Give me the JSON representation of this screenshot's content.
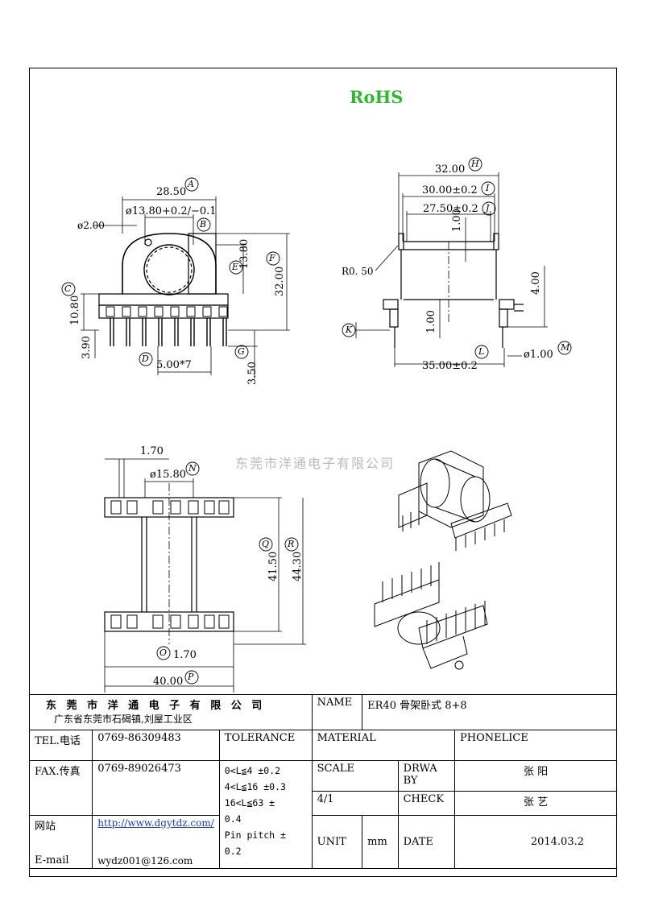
{
  "rohs": "RoHS",
  "watermark": "东莞市洋通电子有限公司",
  "view1": {
    "dim_top": "28.50",
    "letter_a": "A",
    "dim_bore": "ø13.80+0.2/−0.1",
    "letter_b": "B",
    "dim_hole": "ø2.00",
    "dim_e": "13.80",
    "letter_e": "E",
    "dim_f": "32.00",
    "letter_f": "F",
    "dim_c": "10.80",
    "letter_c": "C",
    "dim_390": "3.90",
    "letter_d": "D",
    "dim_pitch": "5.00*7",
    "letter_g": "G",
    "dim_350": "3.50"
  },
  "view2": {
    "dim_h": "32.00",
    "letter_h": "H",
    "dim_i": "30.00±0.2",
    "letter_i": "I",
    "dim_j": "27.50±0.2",
    "letter_j": "J",
    "dim_100v": "1.00",
    "dim_r": "R0. 50",
    "dim_400": "4.00",
    "dim_100b": "1.00",
    "letter_k": "K",
    "letter_l": "L",
    "dim_pin": "ø1.00",
    "letter_m": "M",
    "dim_35": "35.00±0.2"
  },
  "view3": {
    "dim_170a": "1.70",
    "dim_n": "ø15.80",
    "letter_n": "N",
    "dim_q": "41.50",
    "letter_q": "Q",
    "dim_r": "44.30",
    "letter_r": "R",
    "letter_o": "O",
    "dim_170b": "1.70",
    "dim_p": "40.00",
    "letter_p": "P"
  },
  "titleblock": {
    "company": "东 莞 市 洋 通 电 子 有 限 公 司",
    "address": "广东省东莞市石碣镇,刘屋工业区",
    "name_label": "NAME",
    "name_value": "ER40 骨架卧式 8+8",
    "tel_label": "TEL.电话",
    "tel_value": "0769-86309483",
    "tolerance_label": "TOLERANCE",
    "material_label": "MATERIAL",
    "material_value": "PHONELICE",
    "fax_label": "FAX.传真",
    "fax_value": "0769-89026473",
    "tol1": "0<L≦4   ±0.2",
    "tol2": "4<L≦16  ±0.3",
    "tol3": "16<L≦63  ±",
    "tol3b": "0.4",
    "tol4": "Pin pitch  ±",
    "tol4b": "0.2",
    "scale_label": "SCALE",
    "drawby_label1": "DRWA",
    "drawby_label2": "BY",
    "drawby_value": "张  阳",
    "scale_value": "4/1",
    "check_label": "CHECK",
    "check_value": "张  艺",
    "web_label": "网站",
    "web_value": "http://www.dgytdz.com/",
    "email_label": "E-mail",
    "email_value": "wydz001@126.com",
    "unit_label": "UNIT",
    "unit_value": "mm",
    "date_label": "DATE",
    "date_value": "2014.03.2"
  }
}
